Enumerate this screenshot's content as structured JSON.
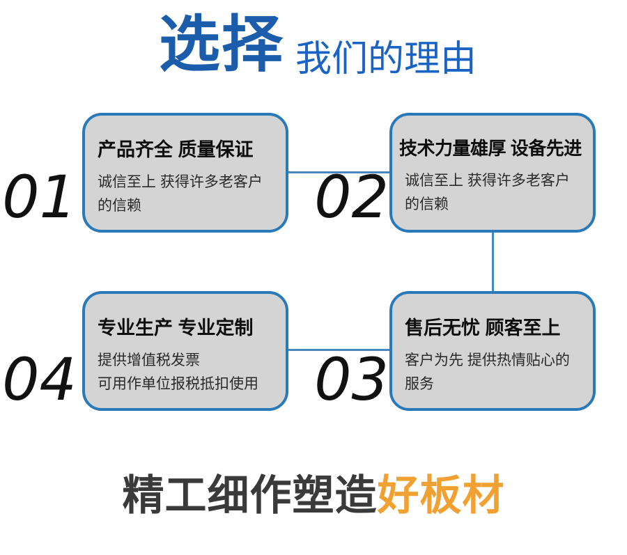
{
  "header": {
    "title_main": "选择",
    "title_sub": "我们的理由"
  },
  "cards": [
    {
      "number": "01",
      "title": "产品齐全 质量保证",
      "body_lines": [
        "诚信至上 获得许多老客户",
        "的信赖"
      ]
    },
    {
      "number": "02",
      "title": "技术力量雄厚 设备先进",
      "body_lines": [
        "诚信至上 获得许多老客户",
        "的信赖"
      ]
    },
    {
      "number": "03",
      "title": "售后无忧 顾客至上",
      "body_lines": [
        "客户为先 提供热情贴心的",
        "服务"
      ]
    },
    {
      "number": "04",
      "title": "专业生产 专业定制",
      "body_lines": [
        "提供增值税发票",
        "可用作单位报税抵扣使用"
      ]
    }
  ],
  "footer": {
    "tagline_dark": "精工细作塑造",
    "tagline_orange": "好板材"
  },
  "colors": {
    "title_blue": "#1b5cab",
    "subtitle_blue": "#1a63c4",
    "card_border_blue": "#2a7ab9",
    "card_fill_grey": "#d4d4d4",
    "connector_blue": "#4a89c0",
    "number_black": "#111111",
    "tagline_dark_grey": "#3a3a3a",
    "tagline_orange": "#f0a132"
  }
}
